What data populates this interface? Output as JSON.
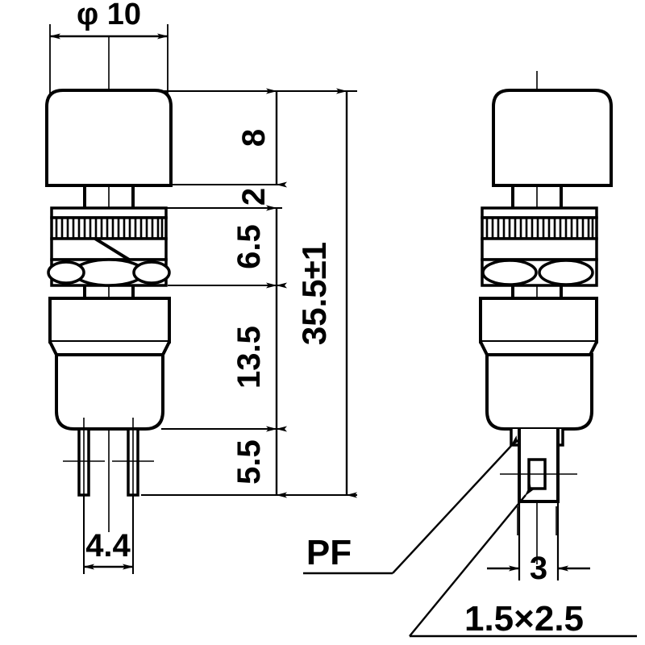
{
  "drawing": {
    "type": "mechanical-engineering-dimension-drawing",
    "subject": "push-button-switch",
    "views": [
      {
        "name": "front-view",
        "position": "left"
      },
      {
        "name": "side-view",
        "position": "right"
      }
    ],
    "line_color": "#000000",
    "background_color": "#ffffff"
  },
  "dimensions": {
    "diameter_top": "φ 10",
    "cap_height": "8",
    "shoulder": "2",
    "nut_section": "6.5",
    "body_section": "13.5",
    "lead_length": "5.5",
    "overall_height": "35.5±1",
    "pin_pitch": "4.4",
    "terminal_width": "3",
    "terminal_section": "1.5×2.5"
  },
  "labels": {
    "pf_callout": "PF"
  },
  "dimension_list": [
    {
      "key": "diameter_top",
      "value": "φ 10",
      "orientation": "horizontal",
      "view": "front-view"
    },
    {
      "key": "cap_height",
      "value": "8",
      "orientation": "vertical",
      "view": "front-view"
    },
    {
      "key": "shoulder",
      "value": "2",
      "orientation": "vertical",
      "view": "front-view"
    },
    {
      "key": "nut_section",
      "value": "6.5",
      "orientation": "vertical",
      "view": "front-view"
    },
    {
      "key": "body_section",
      "value": "13.5",
      "orientation": "vertical",
      "view": "front-view"
    },
    {
      "key": "lead_length",
      "value": "5.5",
      "orientation": "vertical",
      "view": "front-view"
    },
    {
      "key": "overall_height",
      "value": "35.5±1",
      "orientation": "vertical",
      "view": "front-view"
    },
    {
      "key": "pin_pitch",
      "value": "4.4",
      "orientation": "horizontal",
      "view": "front-view"
    },
    {
      "key": "terminal_width",
      "value": "3",
      "orientation": "horizontal",
      "view": "side-view"
    },
    {
      "key": "terminal_section",
      "value": "1.5×2.5",
      "orientation": "callout",
      "view": "side-view"
    },
    {
      "key": "pf_callout",
      "value": "PF",
      "orientation": "callout",
      "view": "side-view"
    }
  ]
}
